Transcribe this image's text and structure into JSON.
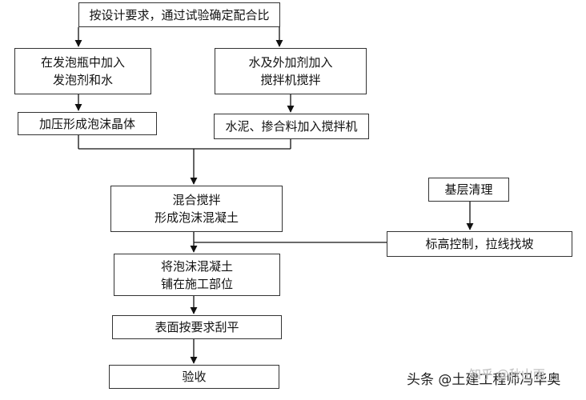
{
  "steps": {
    "design_ratio": "按设计要求，通过试验确定配合比",
    "foam_bottle_l1": "在发泡瓶中加入",
    "foam_bottle_l2": "发泡剂和水",
    "water_additive_l1": "水及外加剂加入",
    "water_additive_l2": "搅拌机搅拌",
    "pressurize": "加压形成泡沫晶体",
    "cement_admixture": "水泥、掺合料加入搅拌机",
    "mix_l1": "混合搅拌",
    "mix_l2": "形成泡沫混凝土",
    "base_clean": "基层清理",
    "elevation": "标高控制，拉线找坡",
    "pave_l1": "将泡沫混凝土",
    "pave_l2": "铺在施工部位",
    "level_surface": "表面按要求刮平",
    "acceptance": "验收"
  },
  "watermark": {
    "text": "头条 @土建工程师冯华奥",
    "faint": "知乎 @秋山雨"
  }
}
